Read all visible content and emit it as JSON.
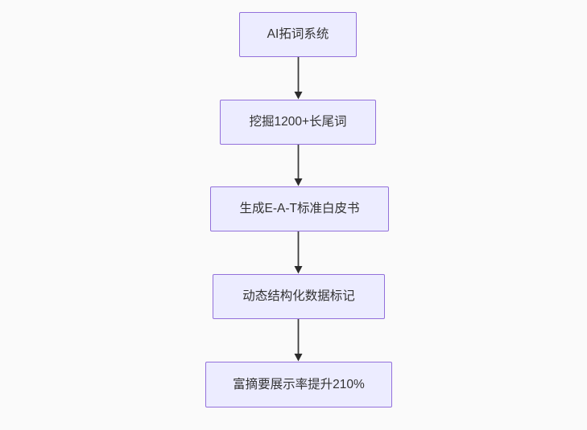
{
  "diagram": {
    "type": "flowchart",
    "direction": "top-down",
    "nodes": [
      {
        "id": "n0",
        "label": "AI拓词系统"
      },
      {
        "id": "n1",
        "label": "挖掘1200+长尾词"
      },
      {
        "id": "n2",
        "label": "生成E-A-T标准白皮书"
      },
      {
        "id": "n3",
        "label": "动态结构化数据标记"
      },
      {
        "id": "n4",
        "label": "富摘要展示率提升210%"
      }
    ],
    "edges": [
      {
        "from": "n0",
        "to": "n1"
      },
      {
        "from": "n1",
        "to": "n2"
      },
      {
        "from": "n2",
        "to": "n3"
      },
      {
        "from": "n3",
        "to": "n4"
      }
    ],
    "colors": {
      "background": "#FAFAFA",
      "node_fill": "#ECECFF",
      "node_border": "#9370DB",
      "node_text": "#333333",
      "edge_line": "#3d3d3d",
      "arrow_head": "#2b2b2b"
    }
  }
}
